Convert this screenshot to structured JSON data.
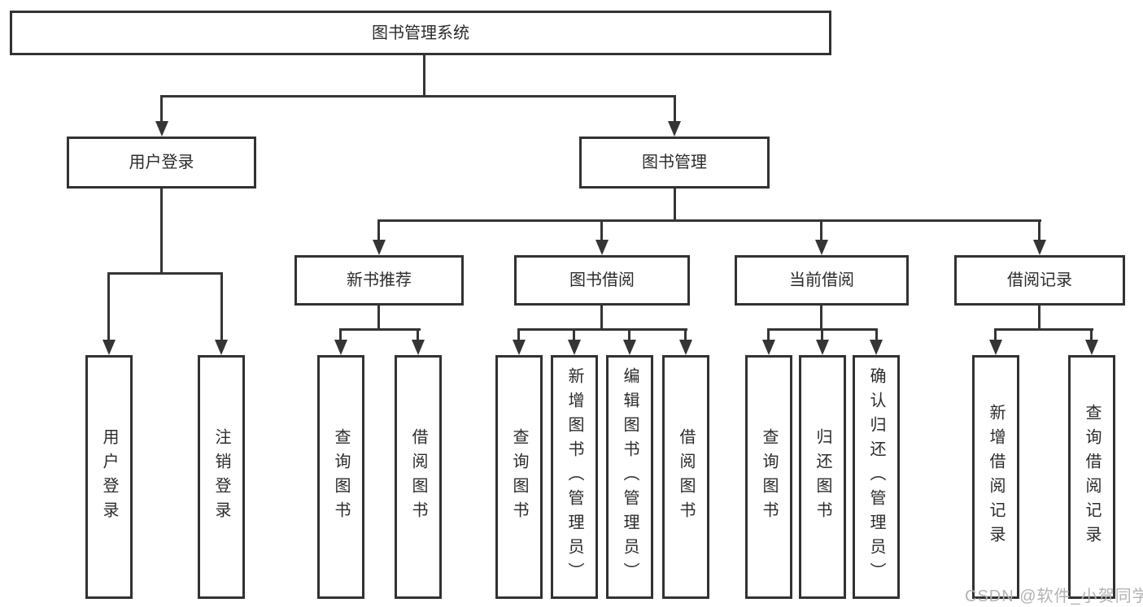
{
  "tree": {
    "root": {
      "label": "图书管理系统",
      "children": [
        {
          "label": "用户登录",
          "children": [
            {
              "label": "用户登录"
            },
            {
              "label": "注销登录"
            }
          ]
        },
        {
          "label": "图书管理",
          "children": [
            {
              "label": "新书推荐",
              "children": [
                {
                  "label": "查询图书"
                },
                {
                  "label": "借阅图书"
                }
              ]
            },
            {
              "label": "图书借阅",
              "children": [
                {
                  "label": "查询图书"
                },
                {
                  "label": "新增图书（管理员）"
                },
                {
                  "label": "编辑图书（管理员）"
                },
                {
                  "label": "借阅图书"
                }
              ]
            },
            {
              "label": "当前借阅",
              "children": [
                {
                  "label": "查询图书"
                },
                {
                  "label": "归还图书"
                },
                {
                  "label": "确认归还（管理员）"
                }
              ]
            },
            {
              "label": "借阅记录",
              "children": [
                {
                  "label": "新增借阅记录"
                },
                {
                  "label": "查询借阅记录"
                }
              ]
            }
          ]
        }
      ]
    }
  },
  "watermark": {
    "text": "CSDN @软件_小贺同学"
  },
  "style": {
    "line_color": "#353535",
    "border_color": "#323232",
    "text_color": "#2b2b2b",
    "box_fill": "#ffffff",
    "watermark_color": "#b3b3b3"
  }
}
